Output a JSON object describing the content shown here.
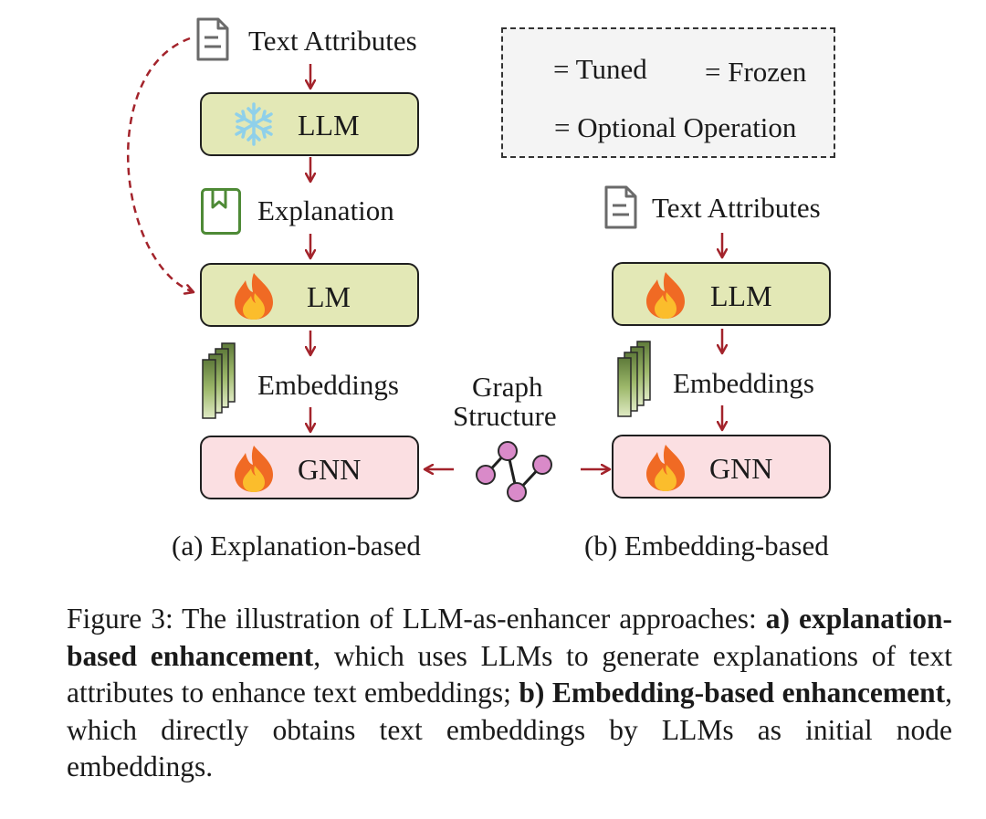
{
  "legend": {
    "tuned": "= Tuned",
    "frozen": "= Frozen",
    "optional": "= Optional Operation"
  },
  "left": {
    "input": "Text Attributes",
    "llm": "LLM",
    "explanation": "Explanation",
    "lm": "LM",
    "embeddings": "Embeddings",
    "gnn": "GNN",
    "label": "(a) Explanation-based"
  },
  "center": {
    "graph_line1": "Graph",
    "graph_line2": "Structure"
  },
  "right": {
    "input": "Text Attributes",
    "llm": "LLM",
    "embeddings": "Embeddings",
    "gnn": "GNN",
    "label": "(b) Embedding-based"
  },
  "caption": {
    "prefix": "Figure 3:  The illustration of LLM-as-enhancer approaches: ",
    "a_marker": "a)",
    "a_title": "explanation-based enhancement",
    "a_text": ", which uses LLMs to generate explanations of text attributes to enhance text embeddings; ",
    "b_marker": "b)",
    "b_title": "Embedding-based enhancement",
    "b_text": ", which directly obtains text embeddings by LLMs as initial node embeddings."
  },
  "colors": {
    "arrow": "#a3232b",
    "green_box": "#e3e8b6",
    "pink_box": "#fbdfe2",
    "graph_node": "#d98ac9"
  },
  "icons": [
    "document-icon",
    "snowflake-icon",
    "bookmark-icon",
    "flame-icon",
    "embedding-stack-icon",
    "graph-icon"
  ]
}
